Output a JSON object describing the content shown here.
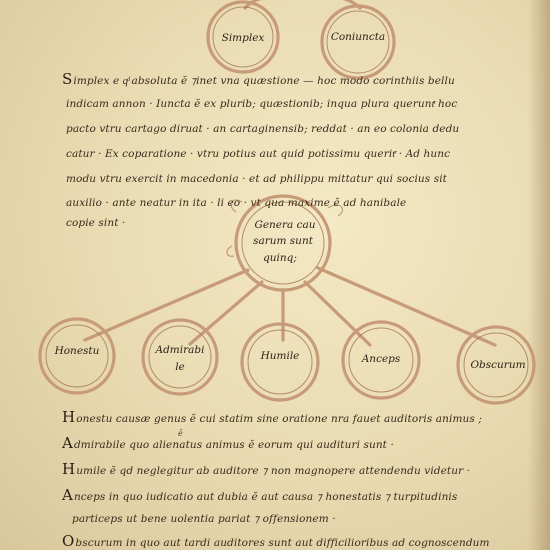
{
  "diagram": {
    "top_nodes": [
      {
        "label_lines": [
          "Simplex"
        ]
      },
      {
        "label_lines": [
          "Coniuncta"
        ]
      }
    ],
    "center_node": {
      "label_lines": [
        "Genera cau",
        "sarum sunt",
        "quinq;"
      ]
    },
    "bottom_nodes": [
      {
        "label_lines": [
          "Honestu"
        ]
      },
      {
        "label_lines": [
          "Admirabi",
          "le"
        ]
      },
      {
        "label_lines": [
          "Humile"
        ]
      },
      {
        "label_lines": [
          "Anceps"
        ]
      },
      {
        "label_lines": [
          "Obscurum"
        ]
      }
    ]
  },
  "paragraph1": {
    "initial": "S",
    "lines": [
      "implex e qͩ absoluta ĕ ⁊inet vna quæstione  —  hoc modo corinthiis bellu",
      "indicam annon · Iuncta ĕ ex plurib; quæstionib; inqua plura queruntͬ hoc",
      "pacto vtru cartago diruat · an cartaginensib; reddat · an eo colonia dedu",
      "catur · Ex coparatione · vtru potius aut quid potissimu queritͬ · Ad hunc",
      "modu vtru exercit in macedonia · et ad philippu mittatur qui socius sit",
      "auxilio · ante neatur in ita  ·  li eo · vt qua maxime ĕ ad hanibale",
      "copie sint ·"
    ]
  },
  "paragraph2": {
    "lines": [
      {
        "initial": "H",
        "text": "onestu causæ genus ĕ cui statim sine oratione nra fauet auditoris animus ;"
      },
      {
        "initial": "A",
        "text": "dmirabile quo  alienatus animus ĕ eorum qui audituri sunt ·"
      },
      {
        "initial": "H",
        "text": "umile ĕ qd neglegitur ab auditore ⁊ non magnopere attendendu videtur ·"
      },
      {
        "initial": "A",
        "text": "nceps in quo iudicatio aut dubia ĕ aut causa ⁊ honestatis ⁊ turpitudinis"
      },
      {
        "initial": "",
        "text": "particeps ut bene uolentia pariat ⁊ offensionem ·"
      },
      {
        "initial": "O",
        "text": "bscurum in quo aut tardi auditores sunt aut difficilioribus ad cognoscendum"
      }
    ],
    "interlinear": "ē"
  }
}
